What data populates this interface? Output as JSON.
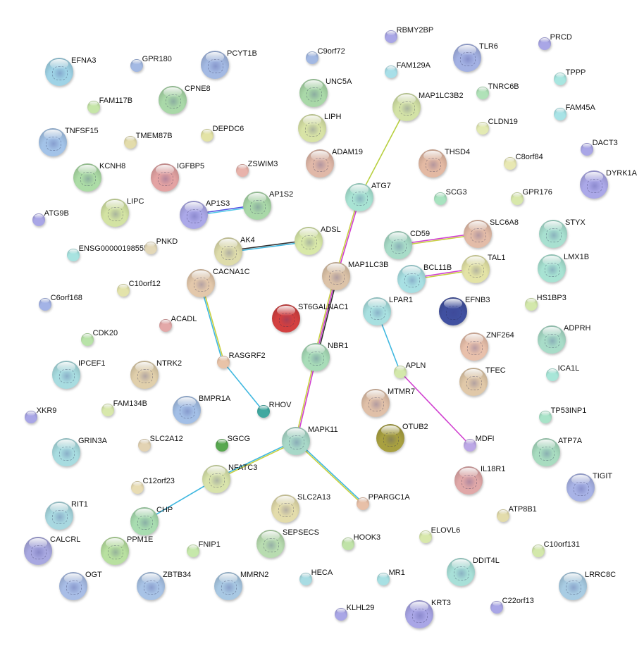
{
  "nodes": [
    {
      "label": "EFNA3",
      "color": "#9fd3e6",
      "structure": true
    },
    {
      "label": "GPR180",
      "color": "#a3b9e3",
      "structure": false
    },
    {
      "label": "PCYT1B",
      "color": "#a3b9e3",
      "structure": true
    },
    {
      "label": "C9orf72",
      "color": "#a3b9e3",
      "structure": false
    },
    {
      "label": "RBMY2BP",
      "color": "#a9a6e6",
      "structure": false
    },
    {
      "label": "FAM129A",
      "color": "#a8dfe8",
      "structure": false
    },
    {
      "label": "TLR6",
      "color": "#a3b1e3",
      "structure": true
    },
    {
      "label": "PRCD",
      "color": "#a9a6e6",
      "structure": false
    },
    {
      "label": "TPPP",
      "color": "#a8e6e0",
      "structure": false
    },
    {
      "label": "FAM117B",
      "color": "#c6e6a8",
      "structure": false
    },
    {
      "label": "CPNE8",
      "color": "#a9d8a8",
      "structure": true
    },
    {
      "label": "UNC5A",
      "color": "#a9d8a8",
      "structure": true
    },
    {
      "label": "MAP1LC3B2",
      "color": "#d3e2a6",
      "structure": true
    },
    {
      "label": "TNRC6B",
      "color": "#b0e2b8",
      "structure": false
    },
    {
      "label": "FAM45A",
      "color": "#a8e3e6",
      "structure": false
    },
    {
      "label": "TNFSF15",
      "color": "#a3c3e8",
      "structure": true
    },
    {
      "label": "TMEM87B",
      "color": "#e3dcab",
      "structure": false
    },
    {
      "label": "DEPDC6",
      "color": "#e3e3a6",
      "structure": false
    },
    {
      "label": "LIPH",
      "color": "#d8e3a6",
      "structure": true
    },
    {
      "label": "CLDN19",
      "color": "#e3eab3",
      "structure": false
    },
    {
      "label": "THSD4",
      "color": "#e3b9a3",
      "structure": true
    },
    {
      "label": "C8orf84",
      "color": "#e8e8b3",
      "structure": false
    },
    {
      "label": "DACT3",
      "color": "#a9a6e6",
      "structure": false
    },
    {
      "label": "KCNH8",
      "color": "#acdca6",
      "structure": true
    },
    {
      "label": "IGFBP5",
      "color": "#e3a3a3",
      "structure": true
    },
    {
      "label": "ZSWIM3",
      "color": "#e8b3ab",
      "structure": false
    },
    {
      "label": "ADAM19",
      "color": "#e0b8a8",
      "structure": true
    },
    {
      "label": "ATG7",
      "color": "#a8e3d3",
      "structure": true
    },
    {
      "label": "SCG3",
      "color": "#a8e3c0",
      "structure": false
    },
    {
      "label": "GPR176",
      "color": "#d8e8ab",
      "structure": false
    },
    {
      "label": "DYRK1A",
      "color": "#aba8e8",
      "structure": true
    },
    {
      "label": "ATG9B",
      "color": "#a9a6e6",
      "structure": false
    },
    {
      "label": "LIPC",
      "color": "#d3e3a3",
      "structure": true
    },
    {
      "label": "AP1S3",
      "color": "#aba8e8",
      "structure": true
    },
    {
      "label": "AP1S2",
      "color": "#a9d8a8",
      "structure": true
    },
    {
      "label": "STYX",
      "color": "#a8e0d0",
      "structure": true
    },
    {
      "label": "ADSL",
      "color": "#d8e8a8",
      "structure": true
    },
    {
      "label": "CD59",
      "color": "#a8dcc8",
      "structure": true
    },
    {
      "label": "SLC6A8",
      "color": "#e3bca8",
      "structure": true
    },
    {
      "label": "ENSG00000198555",
      "color": "#a8e3e0",
      "structure": false
    },
    {
      "label": "PNKD",
      "color": "#e3d8b8",
      "structure": false
    },
    {
      "label": "AK4",
      "color": "#dedcab",
      "structure": true
    },
    {
      "label": "MAP1LC3B",
      "color": "#dcc3a8",
      "structure": true
    },
    {
      "label": "TAL1",
      "color": "#e3e3a6",
      "structure": true
    },
    {
      "label": "BCL11B",
      "color": "#a8e0e3",
      "structure": true
    },
    {
      "label": "LMX1B",
      "color": "#a8e3d3",
      "structure": true
    },
    {
      "label": "C10orf12",
      "color": "#e3e3ab",
      "structure": false
    },
    {
      "label": "CACNA1C",
      "color": "#e3c8ab",
      "structure": true
    },
    {
      "label": "HS1BP3",
      "color": "#d3e8ab",
      "structure": false
    },
    {
      "label": "C6orf168",
      "color": "#a3b3e6",
      "structure": false
    },
    {
      "label": "ST6GALNAC1",
      "color": "#d34040",
      "structure": true
    },
    {
      "label": "LPAR1",
      "color": "#a8e0e0",
      "structure": true
    },
    {
      "label": "EFNB3",
      "color": "#4050a0",
      "structure": true
    },
    {
      "label": "ACADL",
      "color": "#e3a8a8",
      "structure": false
    },
    {
      "label": "CDK20",
      "color": "#b8e3a8",
      "structure": false
    },
    {
      "label": "NBR1",
      "color": "#a8dcb8",
      "structure": true
    },
    {
      "label": "ZNF264",
      "color": "#e8c0ab",
      "structure": true
    },
    {
      "label": "ADPRH",
      "color": "#a8dcc8",
      "structure": true
    },
    {
      "label": "RASGRF2",
      "color": "#e8c3a8",
      "structure": false
    },
    {
      "label": "APLN",
      "color": "#d3e8ab",
      "structure": false
    },
    {
      "label": "IPCEF1",
      "color": "#a8dce0",
      "structure": true
    },
    {
      "label": "NTRK2",
      "color": "#e0cfab",
      "structure": true
    },
    {
      "label": "TFEC",
      "color": "#e0c8a8",
      "structure": true
    },
    {
      "label": "ICA1L",
      "color": "#a8e6d8",
      "structure": false
    },
    {
      "label": "MTMR7",
      "color": "#e0c0a8",
      "structure": true
    },
    {
      "label": "RHOV",
      "color": "#40a8a0",
      "structure": false
    },
    {
      "label": "XKR9",
      "color": "#a9a6e6",
      "structure": false
    },
    {
      "label": "FAM134B",
      "color": "#d8e8ab",
      "structure": false
    },
    {
      "label": "BMPR1A",
      "color": "#a3bfe6",
      "structure": true
    },
    {
      "label": "TP53INP1",
      "color": "#a8e3c8",
      "structure": false
    },
    {
      "label": "OTUB2",
      "color": "#a8a040",
      "structure": true
    },
    {
      "label": "MAPK11",
      "color": "#a8d8c8",
      "structure": true
    },
    {
      "label": "GRIN3A",
      "color": "#a8dce0",
      "structure": true
    },
    {
      "label": "SLC2A12",
      "color": "#e3d3b3",
      "structure": false
    },
    {
      "label": "SGCG",
      "color": "#58a850",
      "structure": false
    },
    {
      "label": "ATP7A",
      "color": "#a8dcc0",
      "structure": true
    },
    {
      "label": "MDFI",
      "color": "#bca8e6",
      "structure": false
    },
    {
      "label": "NFATC3",
      "color": "#d8e3ab",
      "structure": true
    },
    {
      "label": "C12orf23",
      "color": "#e8dcb3",
      "structure": false
    },
    {
      "label": "IL18R1",
      "color": "#e0a8a8",
      "structure": true
    },
    {
      "label": "TIGIT",
      "color": "#a8b3e6",
      "structure": true
    },
    {
      "label": "PPARGC1A",
      "color": "#e8c0a8",
      "structure": false
    },
    {
      "label": "RIT1",
      "color": "#a8d8e0",
      "structure": true
    },
    {
      "label": "SLC2A13",
      "color": "#e3dcab",
      "structure": true
    },
    {
      "label": "CHP",
      "color": "#a8dcb0",
      "structure": true
    },
    {
      "label": "ATP8B1",
      "color": "#e3dcab",
      "structure": false
    },
    {
      "label": "CALCRL",
      "color": "#a8a8e0",
      "structure": true
    },
    {
      "label": "PPM1E",
      "color": "#b8e0a0",
      "structure": true
    },
    {
      "label": "SEPSECS",
      "color": "#b8dcb0",
      "structure": true
    },
    {
      "label": "HOOK3",
      "color": "#c0e3a8",
      "structure": false
    },
    {
      "label": "ELOVL6",
      "color": "#d8e8ab",
      "structure": false
    },
    {
      "label": "FNIP1",
      "color": "#c6e8ab",
      "structure": false
    },
    {
      "label": "C10orf131",
      "color": "#d3e8ab",
      "structure": false
    },
    {
      "label": "OGT",
      "color": "#a8bde6",
      "structure": true
    },
    {
      "label": "ZBTB34",
      "color": "#a8c3e6",
      "structure": true
    },
    {
      "label": "MMRN2",
      "color": "#a8c8e3",
      "structure": true
    },
    {
      "label": "HECA",
      "color": "#a8dce3",
      "structure": false
    },
    {
      "label": "MR1",
      "color": "#a8e0e3",
      "structure": false
    },
    {
      "label": "DDIT4L",
      "color": "#a8e0d8",
      "structure": true
    },
    {
      "label": "LRRC8C",
      "color": "#a8cce3",
      "structure": true
    },
    {
      "label": "KLHL29",
      "color": "#a9a6e6",
      "structure": false
    },
    {
      "label": "KRT3",
      "color": "#a9a6e6",
      "structure": true
    },
    {
      "label": "C22orf13",
      "color": "#a9a6e6",
      "structure": false
    }
  ],
  "edges": [
    {
      "source": "AP1S3",
      "target": "AP1S2",
      "colors": [
        "#5050e0",
        "#50c8e8"
      ]
    },
    {
      "source": "AK4",
      "target": "ADSL",
      "colors": [
        "#303030",
        "#40b8e0"
      ]
    },
    {
      "source": "MAP1LC3B2",
      "target": "ATG7",
      "colors": [
        "#b8d040"
      ]
    },
    {
      "source": "ATG7",
      "target": "MAP1LC3B",
      "colors": [
        "#d040d0",
        "#c8d040"
      ]
    },
    {
      "source": "MAP1LC3B",
      "target": "NBR1",
      "colors": [
        "#303030",
        "#d040d0",
        "#c8d040"
      ]
    },
    {
      "source": "NBR1",
      "target": "MAPK11",
      "colors": [
        "#d040d0",
        "#c8d040"
      ]
    },
    {
      "source": "CD59",
      "target": "SLC6A8",
      "colors": [
        "#d040d0",
        "#c8d040"
      ]
    },
    {
      "source": "BCL11B",
      "target": "TAL1",
      "colors": [
        "#d040d0",
        "#c8d040"
      ]
    },
    {
      "source": "LPAR1",
      "target": "APLN",
      "colors": [
        "#40b8e0"
      ]
    },
    {
      "source": "APLN",
      "target": "MDFI",
      "colors": [
        "#d040d0"
      ]
    },
    {
      "source": "CACNA1C",
      "target": "RASGRF2",
      "colors": [
        "#c8d040",
        "#40b8e0"
      ]
    },
    {
      "source": "RASGRF2",
      "target": "RHOV",
      "colors": [
        "#40b8e0"
      ]
    },
    {
      "source": "MAPK11",
      "target": "NFATC3",
      "colors": [
        "#c8d040",
        "#40b8e0"
      ]
    },
    {
      "source": "MAPK11",
      "target": "PPARGC1A",
      "colors": [
        "#40b8e0",
        "#c8d040"
      ]
    },
    {
      "source": "NFATC3",
      "target": "CHP",
      "colors": [
        "#40b8e0"
      ]
    }
  ]
}
